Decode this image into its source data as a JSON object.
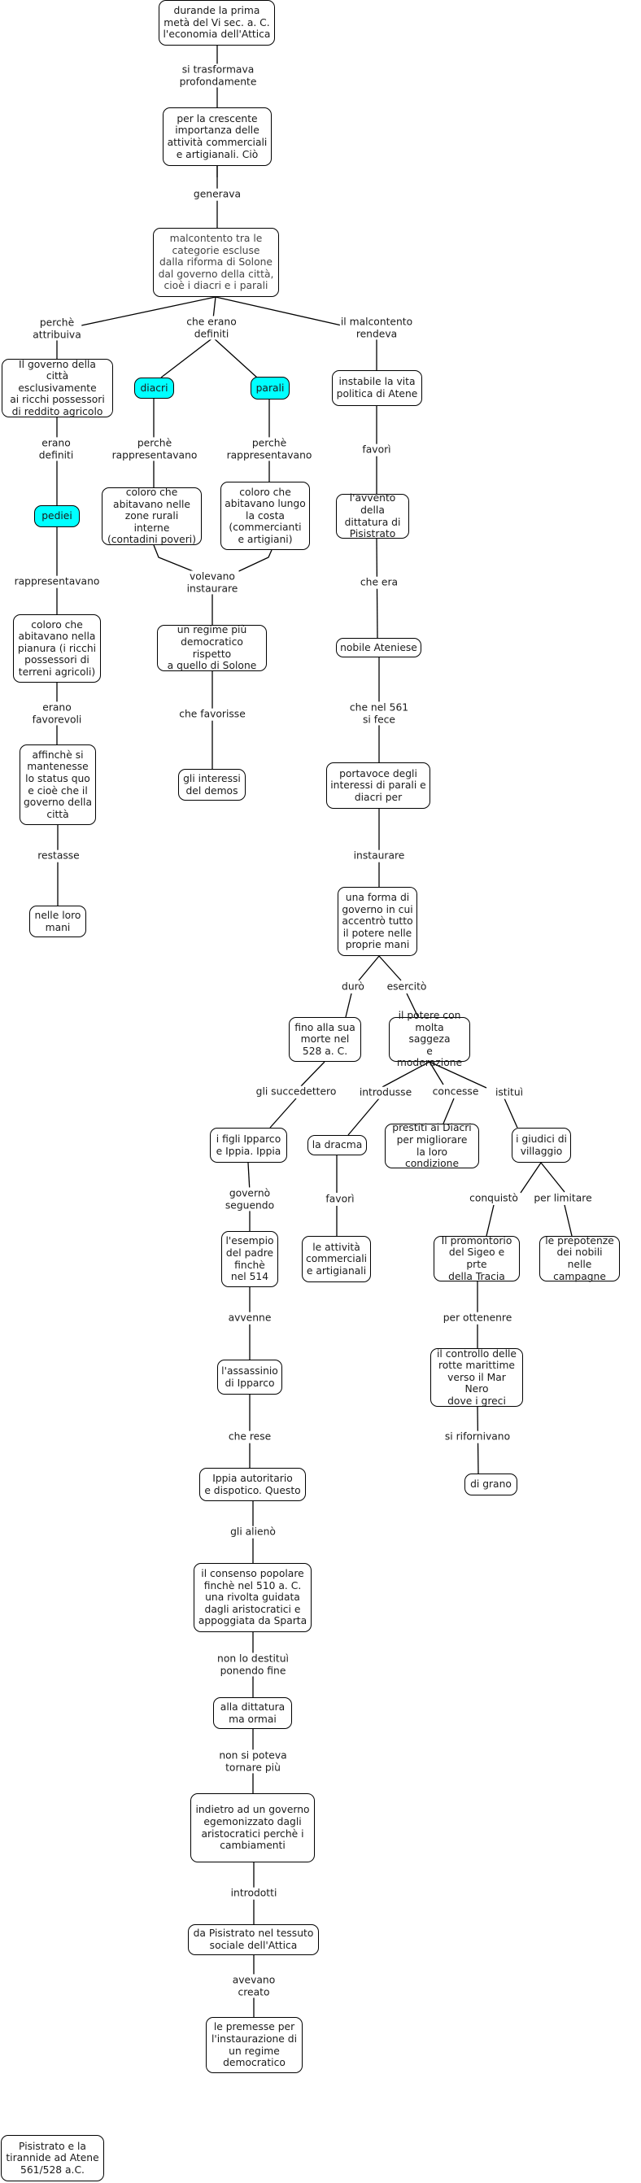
{
  "title_node": "Pisistrato e la\ntirannide ad Atene\n561/528 a.C.",
  "highlight_color": "#00ffff",
  "nodes": {
    "n1": "durande la prima\nmetà del Vi sec. a. C.\nl'economia dell'Attica",
    "n2": "per la crescente\nimportanza delle\nattività commerciali\ne artigianali. Ciò",
    "n3": "malcontento tra  le\ncategorie escluse\ndalla riforma di Solone\ndal governo della città,\ncioè i diacri e i parali",
    "n4": "Il governo della\ncittà esclusivamente\nai ricchi possessori\ndi reddito agricolo",
    "diacri": "diacri",
    "parali": "parali",
    "n5": "instabile la vita\npolitica di Atene",
    "pediei": "pediei",
    "n6": "coloro che\nabitavano nelle\nzone rurali interne\n(contadini poveri)",
    "n7": "coloro che\nabitavano lungo\nla costa\n(commercianti\ne artigiani)",
    "n8": "l'avvento della\ndittatura di\nPisistrato",
    "n9": "coloro che\nabitavano nella\npianura (i ricchi\npossessori di\nterreni agricoli)",
    "n10": "un regime più\ndemocratico rispetto\na quello di Solone",
    "n11": "nobile Ateniese",
    "n12": "affinchè si\nmantenesse\nlo status quo\ne cioè che il\ngoverno della\ncittà",
    "n13": "gli interessi\ndel demos",
    "n14": "portavoce degli\ninteressi di parali e\ndiacri per",
    "n15": "nelle loro\nmani",
    "n16": "una forma di\ngoverno in cui\naccentrò tutto\nil potere nelle\nproprie mani",
    "n17": "fino alla sua\nmorte nel\n528 a. C.",
    "n18": "il potere con\nmolta saggeza\ne moderazione",
    "n19": "i figli Ipparco\ne Ippia. Ippia",
    "n20": "la dracma",
    "n21": "prestiti ai Diacri\nper  migliorare\nla loro condizione",
    "n22": "i giudici di\nvillaggio",
    "n23": "l'esempio\ndel padre\nfinchè\nnel 514",
    "n24": "le attività\ncommerciali\ne artigianali",
    "n25": "Il promontorio\ndel Sigeo e prte\ndella Tracia",
    "n26": "le prepotenze\ndei nobili nelle\ncampagne",
    "n27": "l'assassinio\ndi Ipparco",
    "n28": "il controllo delle\nrotte marittime\nverso il Mar Nero\ndove i greci",
    "n29": "Ippia autoritario\ne dispotico. Questo",
    "n30": "di grano",
    "n31": "il consenso popolare\nfinchè nel 510 a. C.\nuna rivolta guidata\ndagli aristocratici e\nappoggiata da Sparta",
    "n32": "alla dittatura\nma ormai",
    "n33": "indietro ad un governo\negemonizzato dagli\naristocratici perchè i\ncambiamenti\n ",
    "n34": "da Pisistrato nel tessuto\nsociale dell'Attica",
    "n35": "le premesse per\nl'instaurazione di\nun regime\ndemocratico"
  },
  "links": {
    "l1": "si trasformava\nprofondamente",
    "l2": "generava",
    "l3": "perchè\nattribuiva",
    "l4": "che erano\ndefiniti",
    "l5": "il malcontento\nrendeva",
    "l6": "erano\ndefiniti",
    "l7": "perchè\nrappresentavano",
    "l8": "perchè\nrappresentavano",
    "l9": "favorì",
    "l10": "rappresentavano",
    "l11": "volevano\ninstaurare",
    "l12": "che era",
    "l13": "erano\nfavorevoli",
    "l14": "che favorisse",
    "l15": "che nel 561\nsi fece",
    "l16": "restasse",
    "l17": "instaurare",
    "l18": "durò",
    "l19": "esercitò",
    "l20": "gli succedettero",
    "l21": "introdusse",
    "l22": "concesse",
    "l23": "istituì",
    "l24": "governò\nseguendo",
    "l25": "favorì",
    "l26": "conquistò",
    "l27": "per limitare",
    "l28": "avvenne",
    "l29": "per ottenenre",
    "l30": "che rese",
    "l31": "si rifornivano",
    "l32": "gli alienò",
    "l33": "non lo destituì\nponendo fine",
    "l34": "non si poteva\ntornare più",
    "l35": "introdotti",
    "l36": "avevano\ncreato"
  }
}
